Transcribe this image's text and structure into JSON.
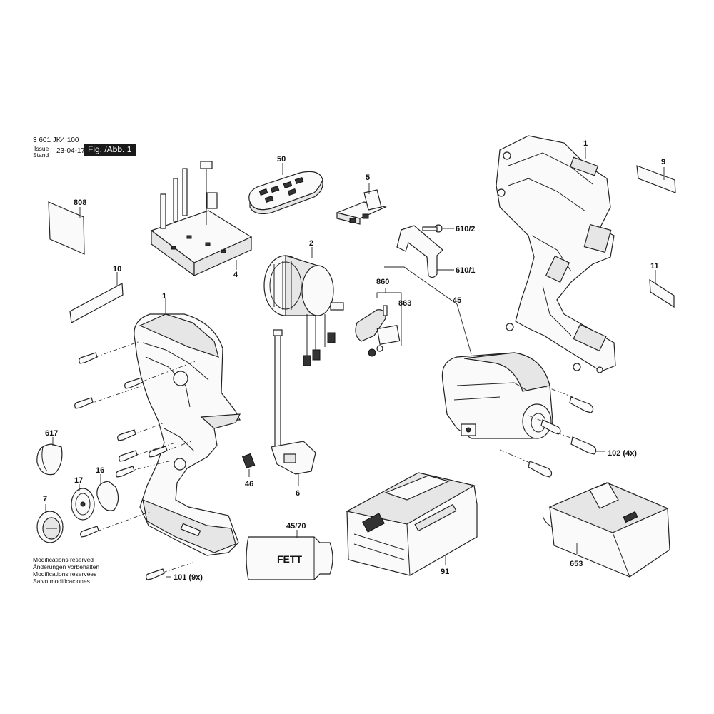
{
  "header": {
    "doc_number": "3 601 JK4 100",
    "issue_label": "Issue",
    "stand_label": "Stand",
    "date": "23-04-17",
    "figure": "Fig. /Abb. 1"
  },
  "notes": [
    "Modifications reserved",
    "Änderungen vorbehalten",
    "Modifications reservées",
    "Salvo modificaciones"
  ],
  "labels": {
    "p1_housing_right": "1",
    "p9": "9",
    "p808": "808",
    "p50": "50",
    "p5": "5",
    "p610_2": "610/2",
    "p610_1": "610/1",
    "p2": "2",
    "p4": "4",
    "p10": "10",
    "p11": "11",
    "p860": "860",
    "p863": "863",
    "p45": "45",
    "p1_housing_left": "1",
    "p617": "617",
    "p17": "17",
    "p16": "16",
    "p7": "7",
    "p46": "46",
    "p6": "6",
    "p102": "102 (4x)",
    "p45_70": "45/70",
    "fett": "FETT",
    "p91": "91",
    "p653": "653",
    "p101": "101 (9x)"
  }
}
